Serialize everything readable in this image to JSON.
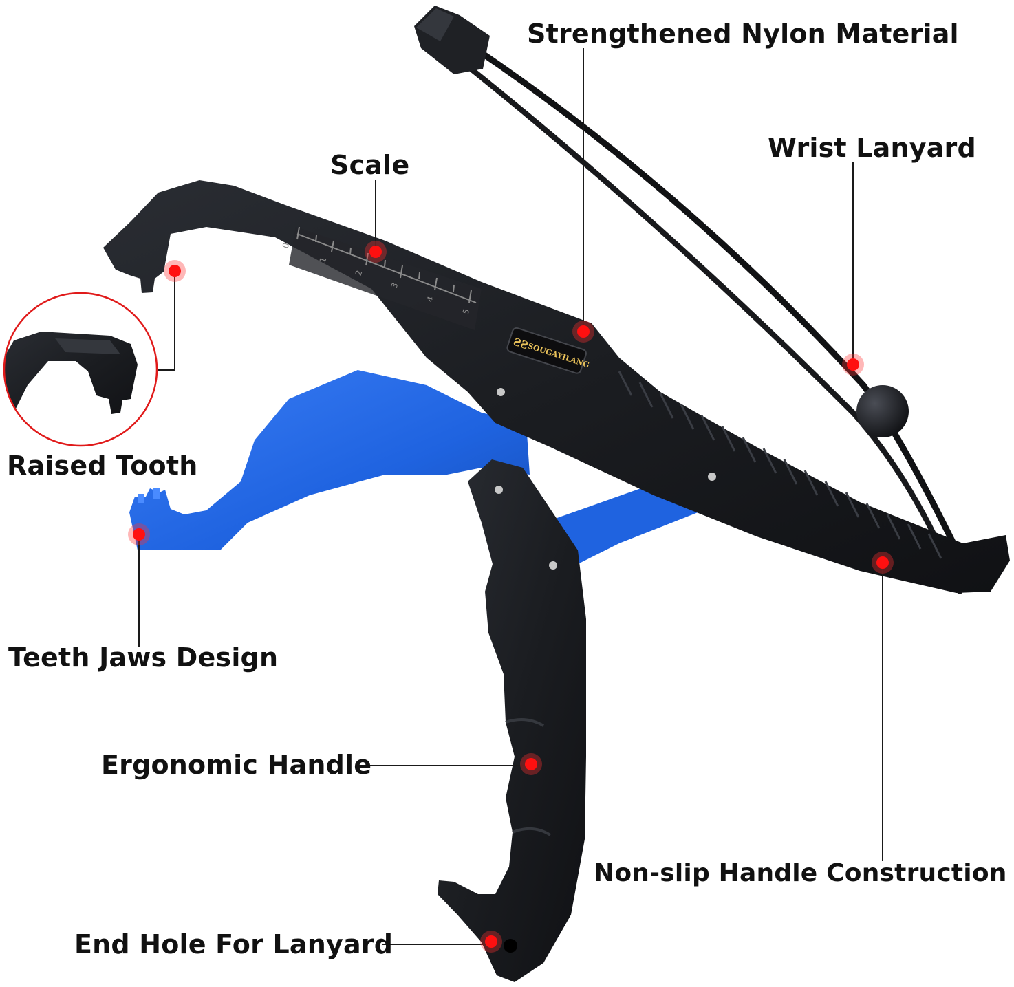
{
  "colors": {
    "body_black": "#1b1d21",
    "jaw_blue": "#1f63e0",
    "marker_red": "#ff1010",
    "brand_gold": "#e8c15a"
  },
  "labels": {
    "strengthened_nylon": "Strengthened Nylon Material",
    "scale": "Scale",
    "wrist_lanyard": "Wrist Lanyard",
    "raised_tooth": "Raised Tooth",
    "teeth_jaws": "Teeth Jaws Design",
    "ergonomic_handle": "Ergonomic Handle",
    "non_slip": "Non-slip Handle Construction",
    "end_hole": "End Hole For Lanyard"
  },
  "brand": {
    "name": "SOUGAYILANG"
  },
  "scale_marks": [
    "0",
    "1",
    "2",
    "3",
    "4",
    "5"
  ]
}
